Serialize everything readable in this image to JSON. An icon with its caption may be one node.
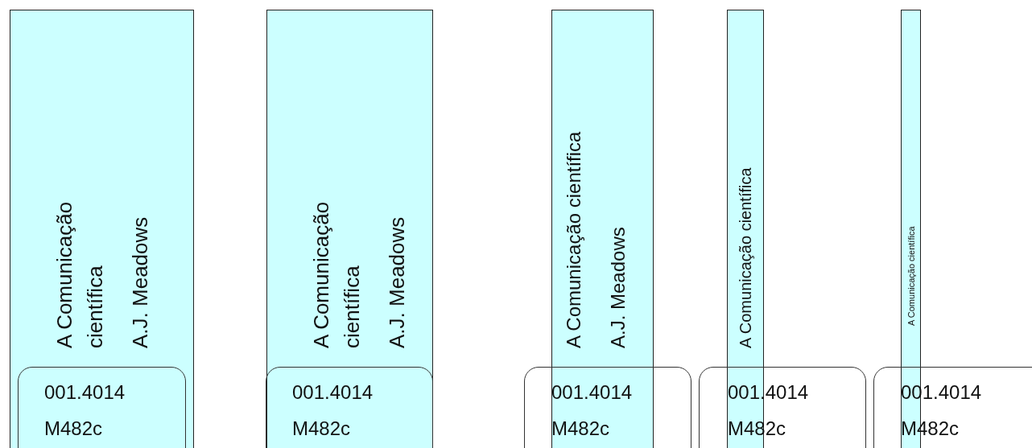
{
  "diagram": {
    "nodes": [
      {
        "text": [
          "A Comunicação científica",
          "A.J. Meadows"
        ]
      },
      {
        "text": [
          "001.4014 M482c"
        ]
      },
      {
        "text": [
          "A Comunicação científica",
          "A.J. Meadows"
        ]
      },
      {
        "text": [
          "001.4014 M482c"
        ]
      },
      {
        "text": [
          "A Comunicação científica",
          "A.J. Meadows"
        ]
      },
      {
        "text": [
          "001.4014 M482c"
        ]
      },
      {
        "text": [
          "A Comunicação científica"
        ]
      },
      {
        "text": [
          "001.4014 M482c"
        ]
      },
      {
        "text": [
          "A Comunicação científica"
        ]
      },
      {
        "text": [
          "001.4014 M482c"
        ]
      }
    ],
    "edges": []
  }
}
